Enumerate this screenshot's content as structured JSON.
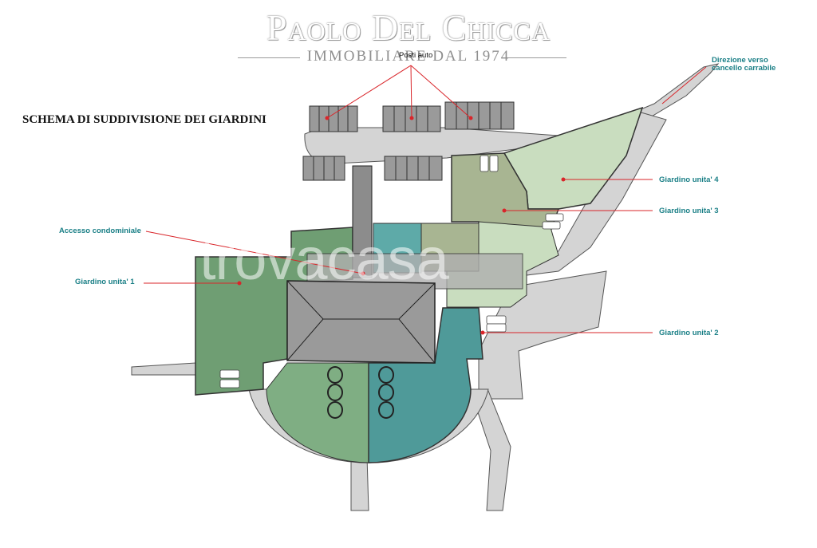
{
  "brand": {
    "name": "Paolo Del Chicca",
    "tagline": "IMMOBILIARE DAL 1974"
  },
  "heading": "SCHEMA DI SUDDIVISIONE DEI GIARDINI",
  "labels": {
    "posti_auto": "Posti auto",
    "direzione_line1": "Direzione verso",
    "direzione_line2": "cancello carrabile",
    "accesso": "Accesso condominiale",
    "giardino_1": "Giardino unita' 1",
    "giardino_2": "Giardino unita' 2",
    "giardino_3": "Giardino unita' 3",
    "giardino_4": "Giardino unita' 4"
  },
  "watermark": "trovacasa",
  "colors": {
    "unit1": "#6f9e73",
    "unit2": "#4f9a99",
    "unit3": "#a8b592",
    "unit4": "#c9ddbf",
    "road": "#d4d4d4",
    "roof": "#9a9a9a",
    "label": "#1a7f86",
    "leader": "#d9252a"
  }
}
